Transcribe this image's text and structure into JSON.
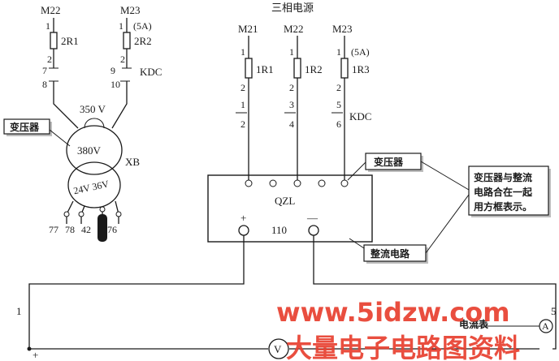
{
  "left_circuit": {
    "fuse_top_labels": [
      "M22",
      "M23"
    ],
    "fuse_pin_top": [
      "1",
      "1"
    ],
    "fuse_rating": "(5A)",
    "fuse_names": [
      "2R1",
      "2R2"
    ],
    "fuse_pin_bottom": [
      "2",
      "2"
    ],
    "wire_numbers_a": [
      "7",
      "9"
    ],
    "wire_numbers_b": [
      "8",
      "10"
    ],
    "kdc": "KDC",
    "tap_350": "350 V",
    "primary": "380V",
    "secondary": "24V 36V",
    "xb": "XB",
    "callout_transformer": "变压器",
    "terminals": [
      "77",
      "78",
      "42",
      "76"
    ]
  },
  "right_circuit": {
    "title": "三相电源",
    "phase_labels": [
      "M21",
      "M22",
      "M23"
    ],
    "fuse_pin_top": [
      "1",
      "1",
      "1"
    ],
    "fuse_rating": "(5A)",
    "fuse_names": [
      "1R1",
      "1R2",
      "1R3"
    ],
    "fuse_pin_bottom": [
      "2",
      "2",
      "2"
    ],
    "wire_upper": [
      "1",
      "3",
      "5"
    ],
    "wire_lower": [
      "2",
      "4",
      "6"
    ],
    "kdc": "KDC",
    "block_name": "QZL",
    "plus": "+",
    "minus": "—",
    "dc_value": "110",
    "callout_transformer": "变压器",
    "callout_rectifier": "整流电路",
    "note": [
      "变压器与整流",
      "电路合在一起",
      "用方框表示。"
    ]
  },
  "bottom_circuit": {
    "left_number": "1",
    "right_number": "5",
    "plus": "+",
    "ammeter_label": "电流表",
    "voltmeter_symbol": "V",
    "ammeter_symbol": "A"
  },
  "watermark": {
    "url": "www.5idzw.com",
    "text": "大量电子电路图资料"
  }
}
